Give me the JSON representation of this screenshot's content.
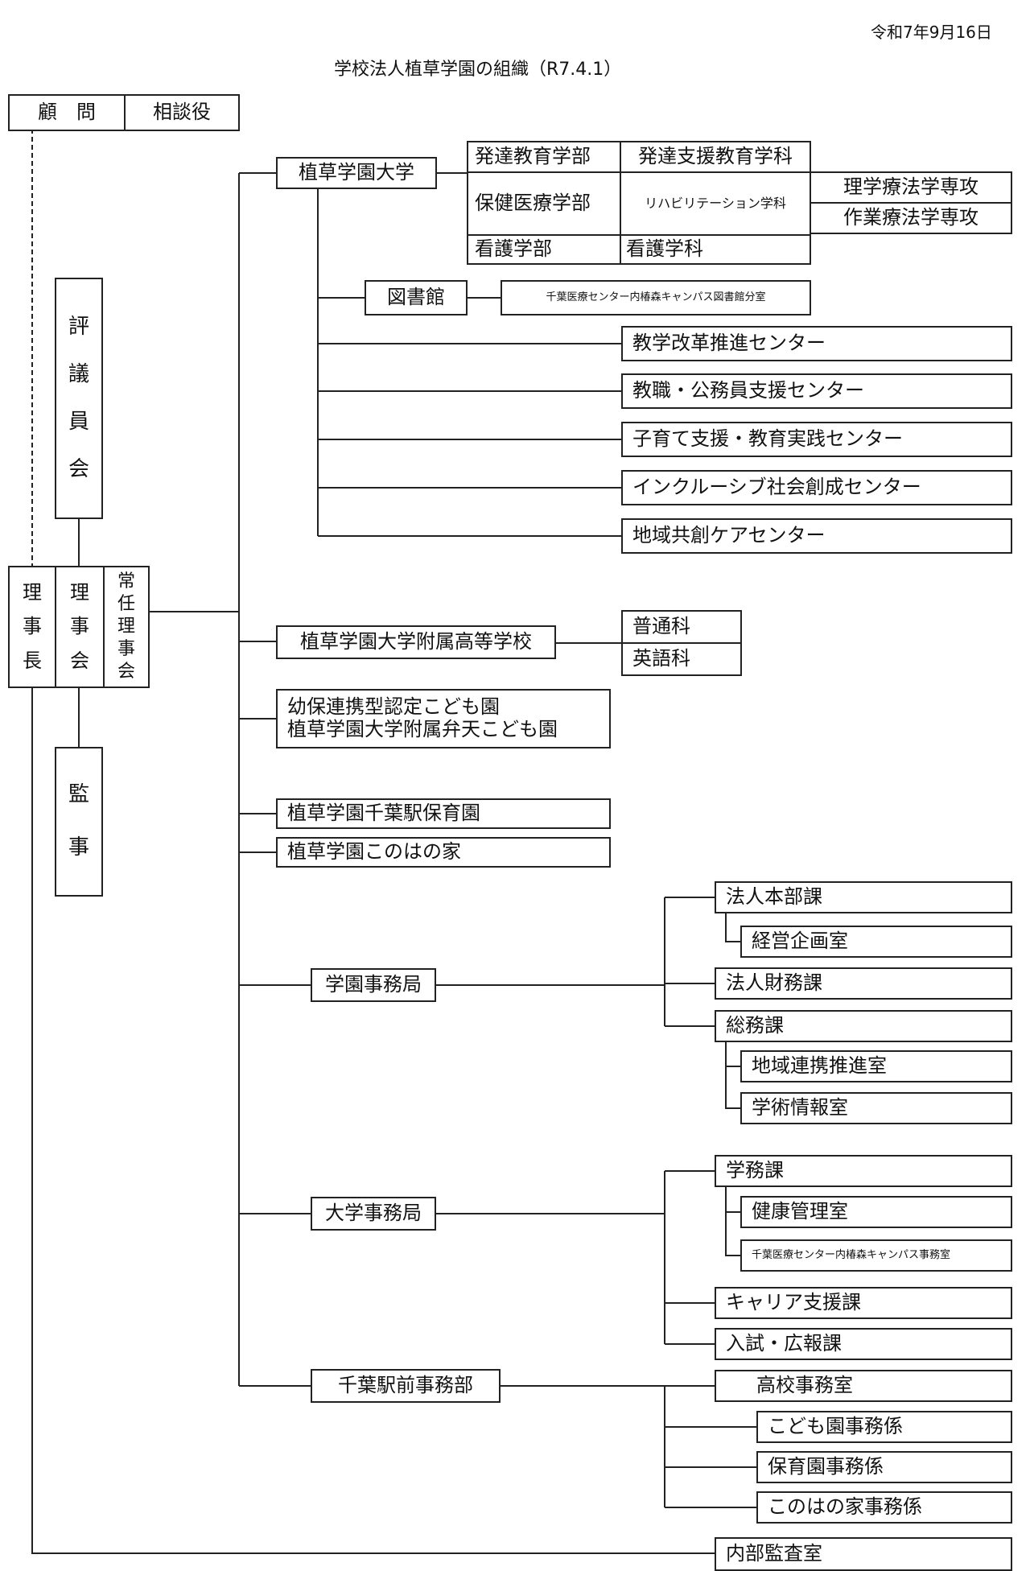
{
  "header": {
    "date": "令和7年9月16日",
    "title": "学校法人植草学園の組織（R7.4.1）"
  },
  "org": {
    "advisor": "顧　問",
    "counselor": "相談役",
    "council_chars": [
      "評",
      "議",
      "員",
      "会"
    ],
    "chairman_chars": [
      "理",
      "事",
      "長"
    ],
    "board_chars": [
      "理",
      "事",
      "会"
    ],
    "standing_board_chars": [
      "常",
      "任",
      "理",
      "事",
      "会"
    ],
    "auditor_chars": [
      "監",
      "事"
    ],
    "university": "植草学園大学",
    "faculties": {
      "dev_edu": "発達教育学部",
      "dev_support": "発達支援教育学科",
      "health": "保健医療学部",
      "rehab": "リハビリテーション学科",
      "pt": "理学療法学専攻",
      "ot": "作業療法学専攻",
      "nursing": "看護学部",
      "nursing_dept": "看護学科"
    },
    "library": "図書館",
    "library_branch": "千葉医療センター内椿森キャンパス図書館分室",
    "centers": [
      "教学改革推進センター",
      "教職・公務員支援センター",
      "子育て支援・教育実践センター",
      "インクルーシブ社会創成センター",
      "地域共創ケアセンター"
    ],
    "high_school": "植草学園大学附属高等学校",
    "courses": [
      "普通科",
      "英語科"
    ],
    "kindergarten_line1": "幼保連携型認定こども園",
    "kindergarten_line2": "植草学園大学附属弁天こども園",
    "nursery": "植草学園千葉駅保育園",
    "konohanoie": "植草学園このはの家",
    "gakuen_office": "学園事務局",
    "gakuen_units": {
      "honbu": "法人本部課",
      "keiei": "経営企画室",
      "zaimu": "法人財務課",
      "somu": "総務課",
      "chiiki": "地域連携推進室",
      "gakujutsu": "学術情報室"
    },
    "univ_office": "大学事務局",
    "univ_units": {
      "gakumu": "学務課",
      "kenko": "健康管理室",
      "tsubaki": "千葉医療センター内椿森キャンパス事務室",
      "career": "キャリア支援課",
      "nyushi": "入試・広報課"
    },
    "chiba_office": "千葉駅前事務部",
    "chiba_units": {
      "koko": "高校事務室",
      "kodomo": "こども園事務係",
      "hoiku": "保育園事務係",
      "konoha": "このはの家事務係"
    },
    "audit": "内部監査室"
  }
}
